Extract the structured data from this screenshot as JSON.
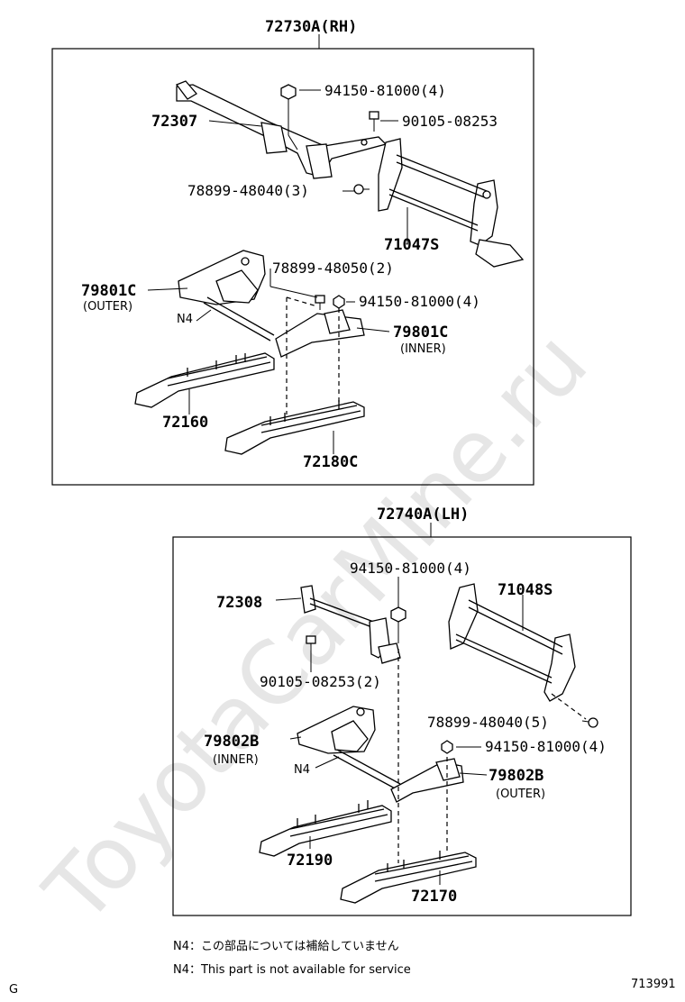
{
  "watermark": "ToyotaCarMine.ru",
  "rh_group": {
    "title": "72730A(RH)",
    "labels": {
      "crossbar": "72307",
      "nut_top": "94150-81000(4)",
      "bolt_top": "90105-08253",
      "screw": "78899-48040(3)",
      "frame": "71047S",
      "cover_outer": "79801C",
      "cover_outer_sub": "(OUTER)",
      "screw_mid": "78899-48050(2)",
      "nut_mid": "94150-81000(4)",
      "n4": "N4",
      "cover_inner": "79801C",
      "cover_inner_sub": "(INNER)",
      "rail_outer": "72160",
      "rail_inner": "72180C"
    }
  },
  "lh_group": {
    "title": "72740A(LH)",
    "labels": {
      "nut_top": "94150-81000(4)",
      "crossbar": "72308",
      "frame": "71048S",
      "bolt": "90105-08253(2)",
      "screw": "78899-48040(5)",
      "cover_inner": "79802B",
      "cover_inner_sub": "(INNER)",
      "nut_mid": "94150-81000(4)",
      "n4": "N4",
      "cover_outer": "79802B",
      "cover_outer_sub": "(OUTER)",
      "rail_inner": "72190",
      "rail_outer": "72170"
    }
  },
  "notes": {
    "jp": "N4：この部品については補給していません",
    "en": "N4：This part is not available for service"
  },
  "footer": {
    "left_code": "G",
    "diagram_number": "713991"
  }
}
